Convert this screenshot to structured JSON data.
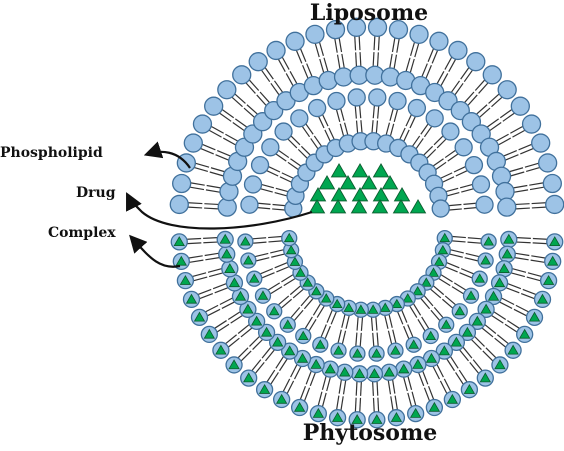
{
  "titles": {
    "top": "Liposome",
    "bottom": "Phytosome"
  },
  "labels": {
    "phospholipid": "Phospholipid",
    "drug": "Drug",
    "complex": "Complex"
  },
  "colors": {
    "head_fill": "#9dc3e6",
    "head_stroke": "#41719c",
    "tail": "#333333",
    "drug_fill": "#00a650",
    "drug_stroke": "#0b5c2e",
    "arrow": "#111111"
  }
}
